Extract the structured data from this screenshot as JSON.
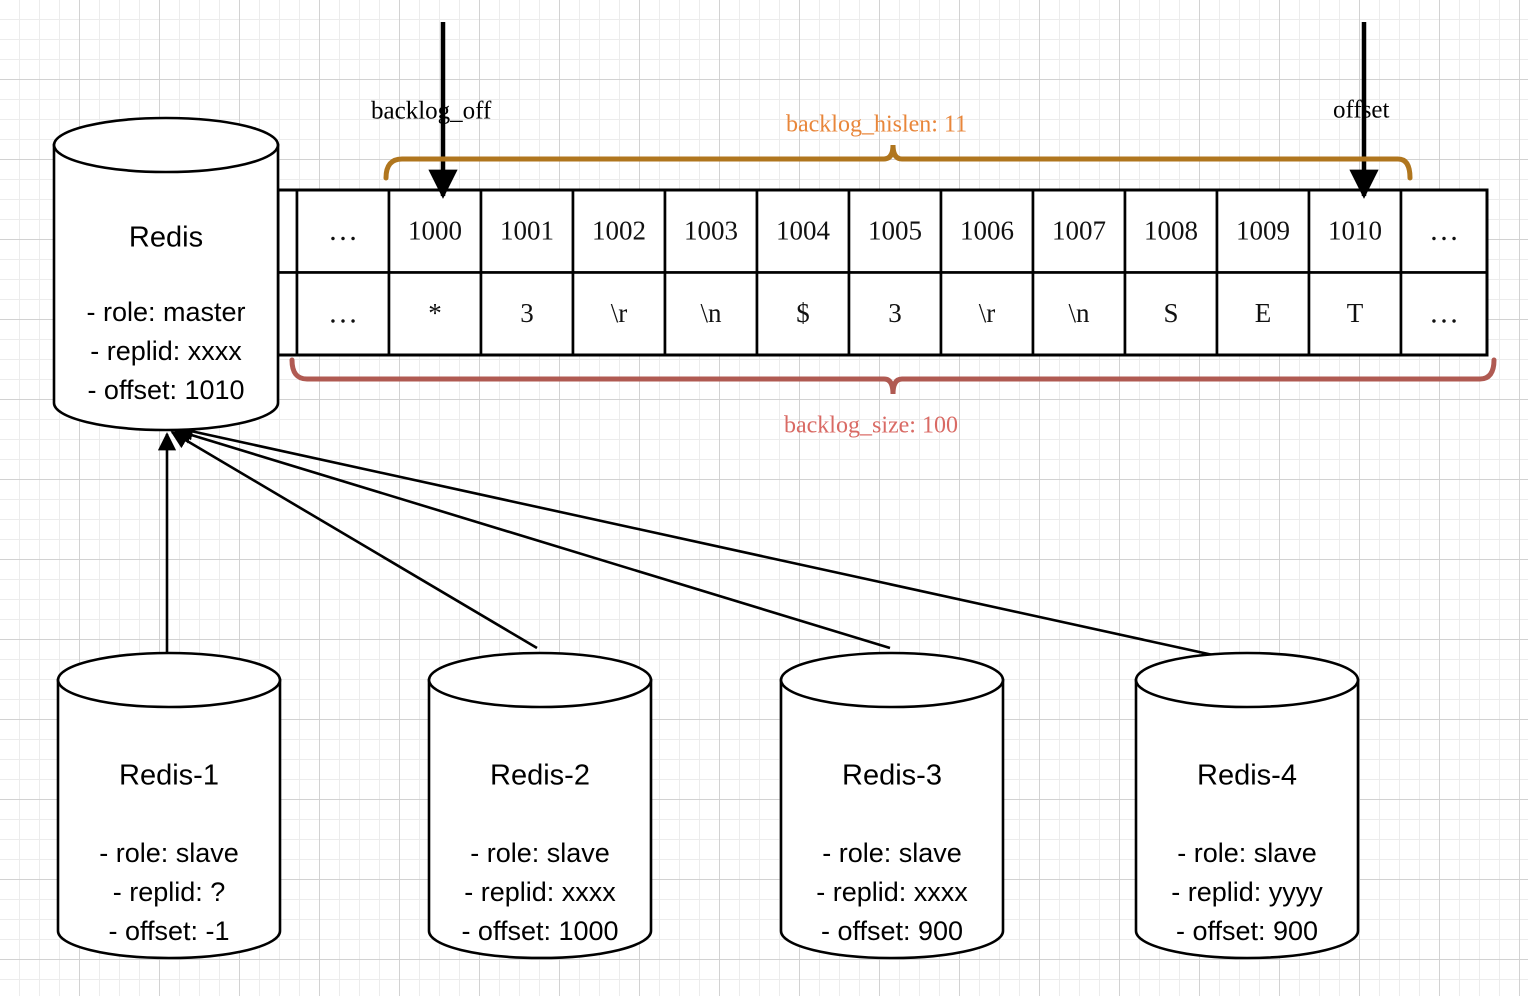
{
  "diagram": {
    "title": "Redis replication backlog",
    "colors": {
      "stroke": "#000000",
      "hislen_brace": "#b0761e",
      "hislen_label": "#e8863a",
      "size_brace": "#b05a52",
      "size_label": "#d96a64",
      "grid_minor": "#ececec",
      "grid_major": "#d2d2d2",
      "background": "#ffffff"
    }
  },
  "master": {
    "name": "Redis",
    "lines": [
      "- role: master",
      "- replid: xxxx",
      "- offset: 1010"
    ]
  },
  "slaves": [
    {
      "name": "Redis-1",
      "lines": [
        "- role: slave",
        "- replid: ?",
        "- offset: -1"
      ]
    },
    {
      "name": "Redis-2",
      "lines": [
        "- role: slave",
        "- replid: xxxx",
        "- offset: 1000"
      ]
    },
    {
      "name": "Redis-3",
      "lines": [
        "- role: slave",
        "- replid: xxxx",
        "- offset: 900"
      ]
    },
    {
      "name": "Redis-4",
      "lines": [
        "- role: slave",
        "- replid: yyyy",
        "- offset: 900"
      ]
    }
  ],
  "backlog_table": {
    "offsets_row": [
      "…",
      "1000",
      "1001",
      "1002",
      "1003",
      "1004",
      "1005",
      "1006",
      "1007",
      "1008",
      "1009",
      "1010",
      "…"
    ],
    "bytes_row": [
      "…",
      "*",
      "3",
      "\\r",
      "\\n",
      "$",
      "3",
      "\\r",
      "\\n",
      "S",
      "E",
      "T",
      "…"
    ]
  },
  "annotations": {
    "backlog_off": "backlog_off",
    "offset": "offset",
    "backlog_hislen": "backlog_hislen: 11",
    "backlog_size": "backlog_size: 100"
  }
}
